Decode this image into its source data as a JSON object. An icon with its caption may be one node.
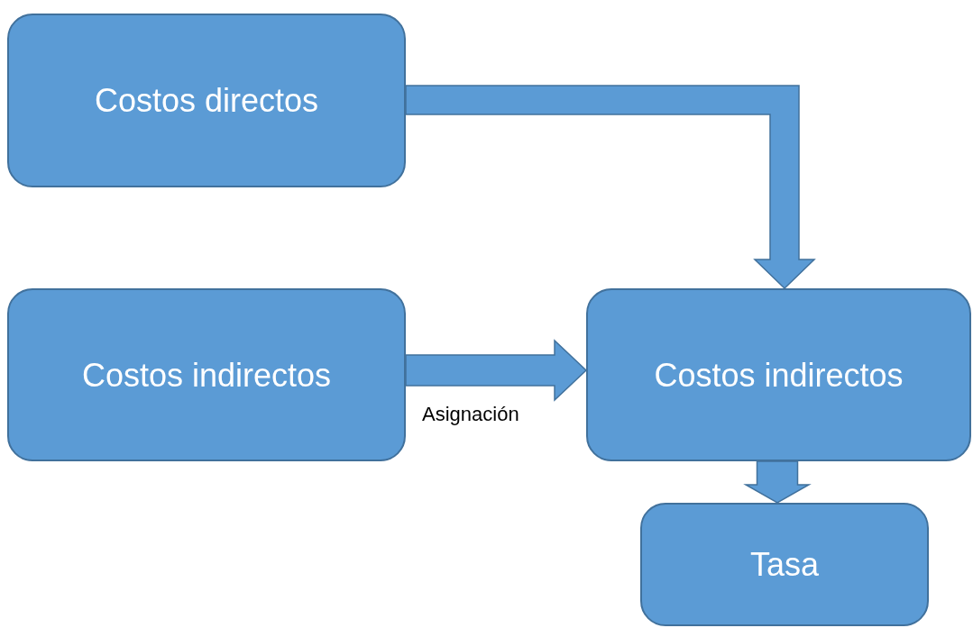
{
  "diagram": {
    "nodes": [
      {
        "text": [
          "Costos directos"
        ]
      },
      {
        "text": [
          "Costos indirectos"
        ]
      },
      {
        "text": [
          "Costos indirectos"
        ]
      },
      {
        "text": [
          "Tasa"
        ]
      }
    ],
    "edges": [
      {
        "from": 0,
        "to": 2,
        "arrow": "to"
      },
      {
        "from": 1,
        "to": 2,
        "arrow": "to",
        "label": "Asignación"
      },
      {
        "from": 2,
        "to": 3,
        "arrow": "to"
      }
    ]
  }
}
